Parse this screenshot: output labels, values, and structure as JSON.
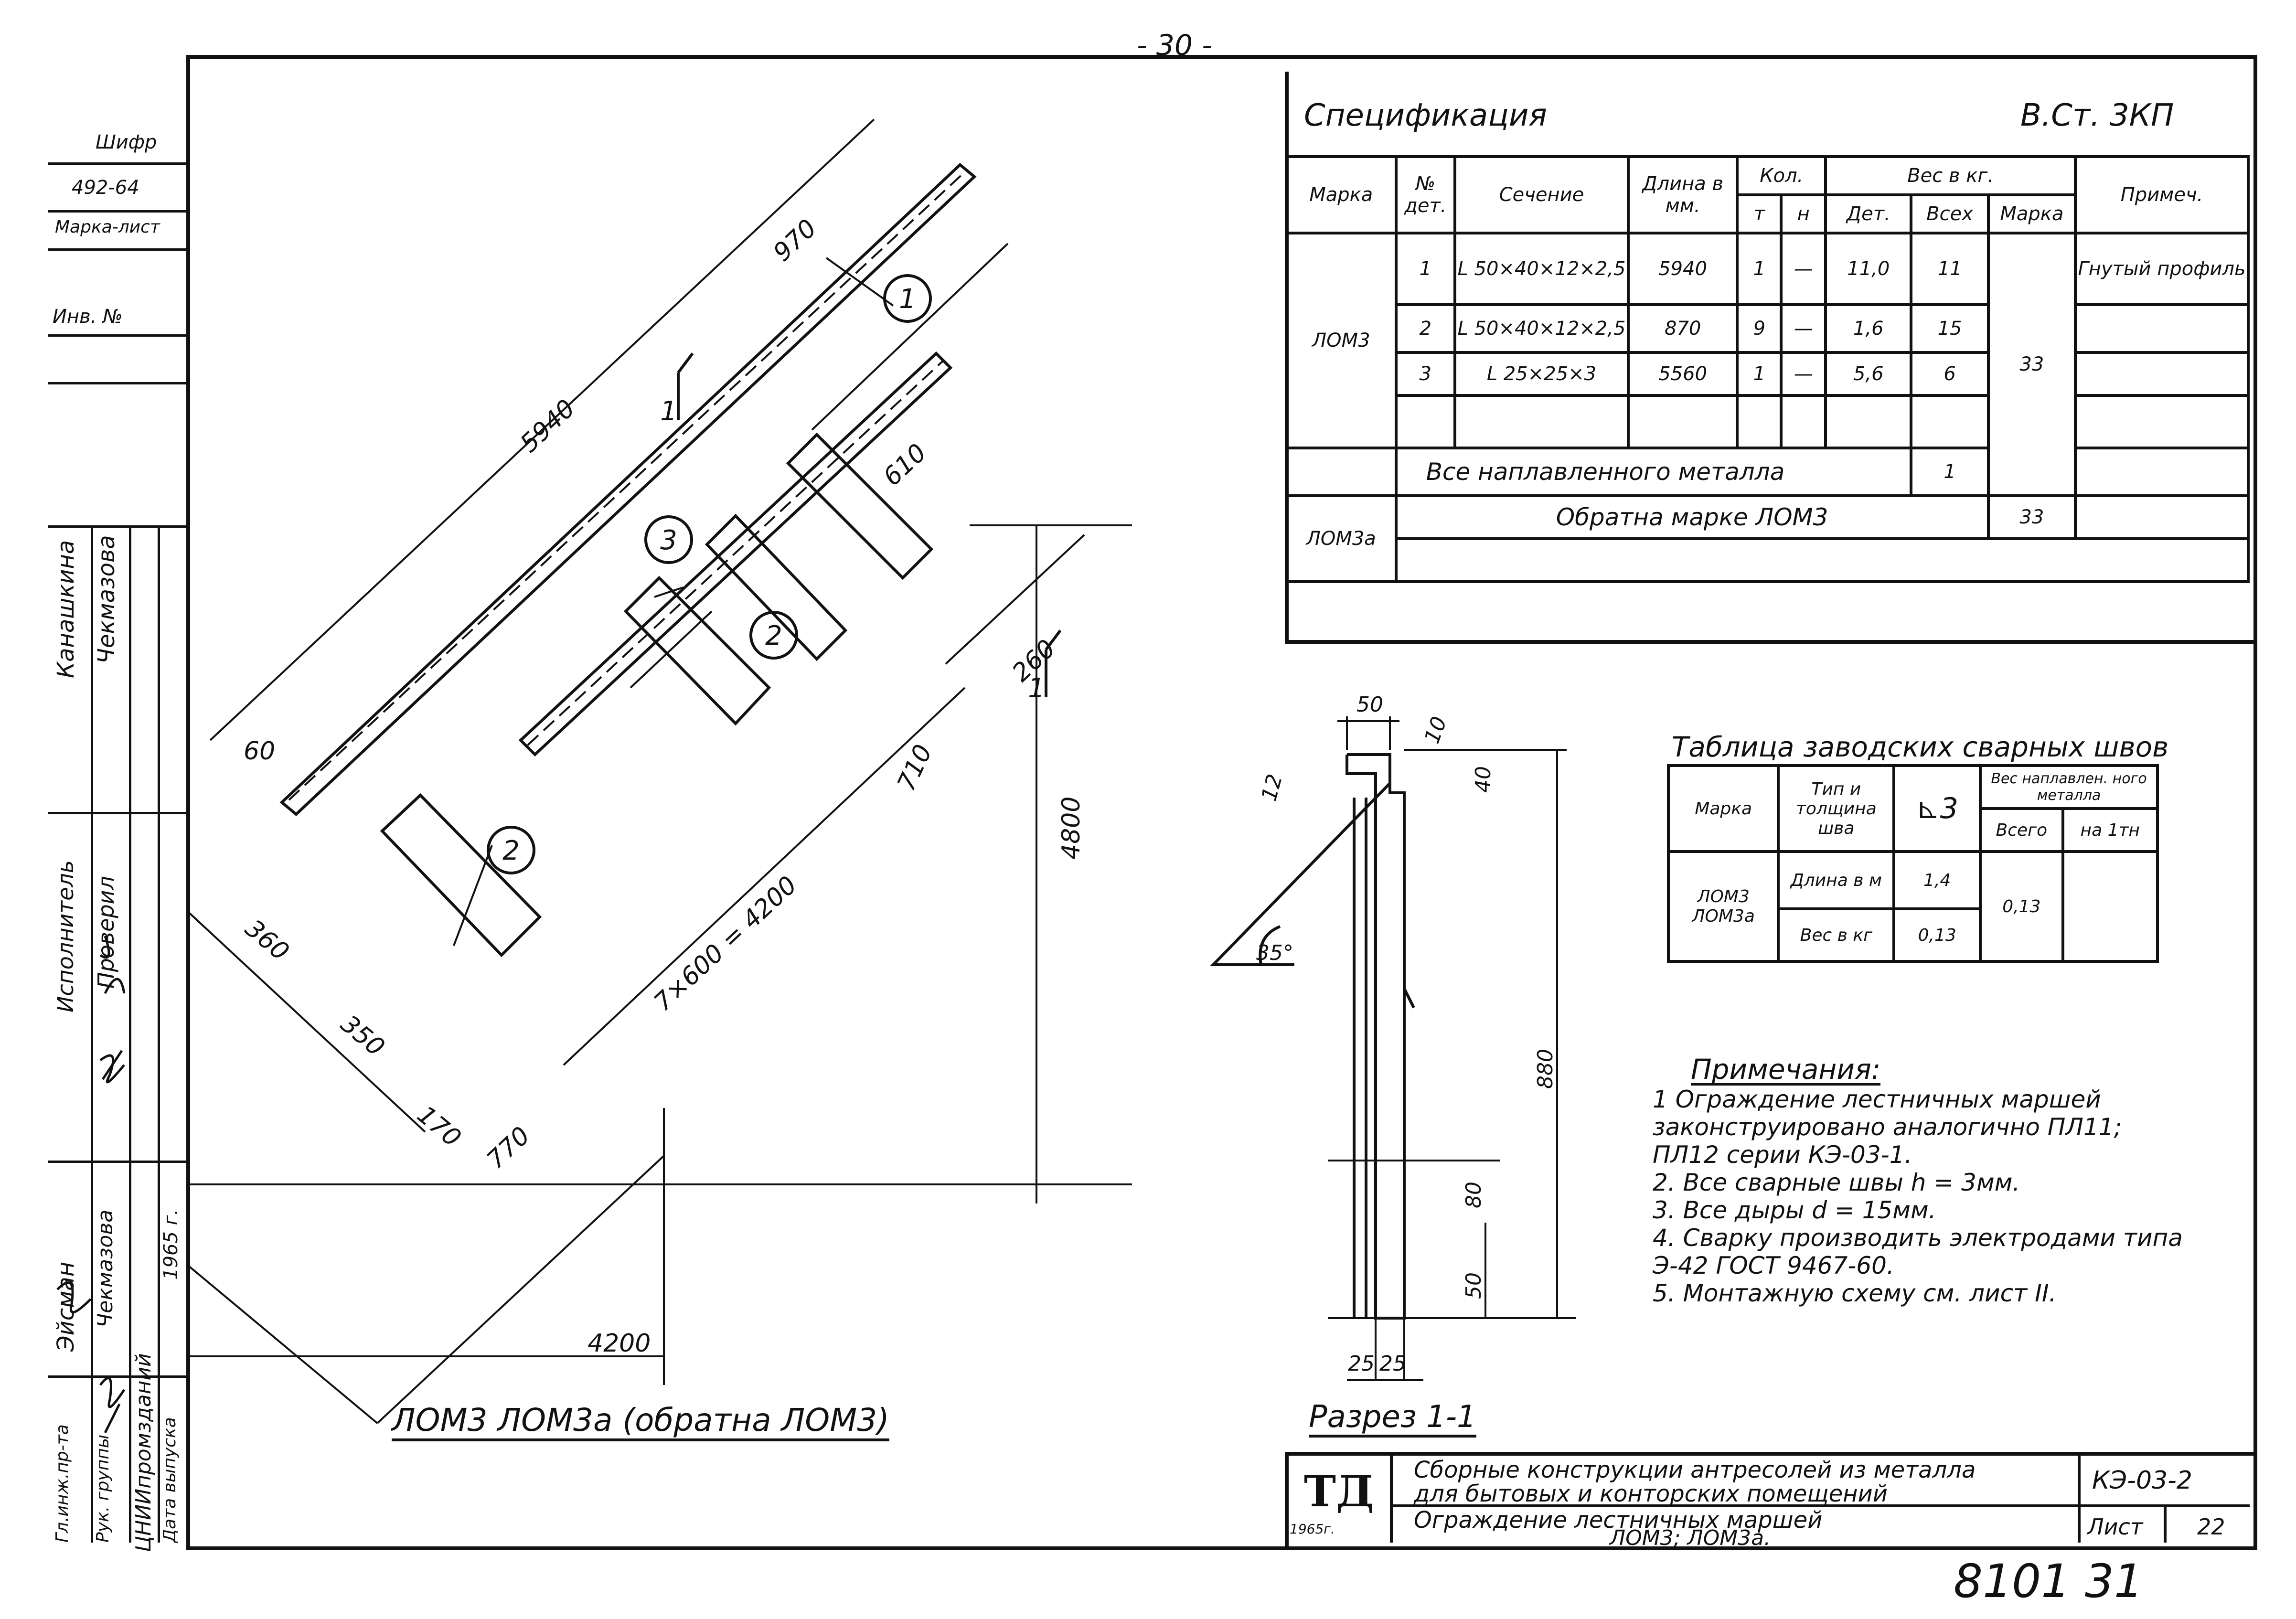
{
  "page_number": "- 30 -",
  "left_strip": {
    "shifr_label": "Шифр",
    "shifr_value": "492-64",
    "marka_list": "Марка-лист",
    "inv_no": "Инв. №",
    "people": [
      "Канашкина",
      "Чекмазова",
      "Эйсман",
      "Чекмазова"
    ],
    "roles": [
      "Исполнитель",
      "Проверил"
    ],
    "year": "1965 г.",
    "org": "ЦНИИпромзданий",
    "bottom_roles": [
      "Гл.инж.пр-та",
      "Рук. группы",
      "Дата выпуска"
    ]
  },
  "drawing": {
    "dims": [
      "5940",
      "970",
      "610",
      "260",
      "710",
      "7×600 = 4200",
      "4800",
      "60",
      "360",
      "350",
      "170",
      "770",
      "4200"
    ],
    "callouts": [
      "1",
      "2",
      "3",
      "2"
    ],
    "section_marks": [
      "1",
      "1"
    ],
    "caption": "ЛОМ3  ЛОМ3а (обратна ЛОМ3)"
  },
  "spec": {
    "title": "Спецификация",
    "steel": "В.Ст. 3КП",
    "headers": {
      "marka": "Марка",
      "det_no": "№ дет.",
      "section": "Сечение",
      "length": "Длина в мм.",
      "qty": "Кол.",
      "t": "т",
      "n": "н",
      "weight": "Вес в кг.",
      "w_det": "Дет.",
      "w_all": "Всех",
      "w_marka": "Марка",
      "note": "Примеч."
    },
    "rows": [
      {
        "no": "1",
        "section": "L 50×40×12×2,5",
        "length": "5940",
        "t": "1",
        "n": "—",
        "det": "11,0",
        "all": "11",
        "note": "Гнутый профиль"
      },
      {
        "no": "2",
        "section": "L 50×40×12×2,5",
        "length": "870",
        "t": "9",
        "n": "—",
        "det": "1,6",
        "all": "15",
        "note": ""
      },
      {
        "no": "3",
        "section": "L 25×25×3",
        "length": "5560",
        "t": "1",
        "n": "—",
        "det": "5,6",
        "all": "6",
        "note": ""
      }
    ],
    "marka_1": "ЛОМ3",
    "marka_weight": "33",
    "weld_row": "Все наплавленного металла",
    "weld_value": "1",
    "marka_2": "ЛОМ3а",
    "mirror_text": "Обратна марке ЛОМ3",
    "marka_2_weight": "33"
  },
  "weld_table": {
    "title": "Таблица заводских сварных швов",
    "headers": {
      "marka": "Марка",
      "type": "Тип и толщина шва",
      "symbol": "⊾3",
      "weight": "Вес наплавлен. ного металла",
      "total": "Всего",
      "per_t": "на 1тн"
    },
    "marks": "ЛОМ3 ЛОМ3а",
    "row1_label": "Длина в м",
    "row1_value": "1,4",
    "row2_label": "Вес в кг",
    "row2_value": "0,13",
    "total_value": "0,13"
  },
  "section_view": {
    "dims": [
      "50",
      "10",
      "40",
      "12",
      "35°",
      "880",
      "80",
      "50",
      "25",
      "25"
    ],
    "caption": "Разрез 1-1"
  },
  "notes": {
    "title": "Примечания:",
    "items": [
      "1 Ограждение лестничных маршей законструировано аналогично ПЛ11; ПЛ12 серии КЭ-03-1.",
      "2. Все сварные швы h = 3мм.",
      "3. Все дыры d = 15мм.",
      "4. Сварку производить электродами типа Э-42 ГОСТ 9467-60.",
      "5. Монтажную схему см. лист II."
    ]
  },
  "title_block": {
    "logo": "ТД",
    "logo_year": "1965г.",
    "line1": "Сборные конструкции антресолей из металла",
    "line2": "для бытовых и конторских помещений",
    "line3": "Ограждение лестничных маршей",
    "line4": "ЛОМ3; ЛОМ3а.",
    "code": "КЭ-03-2",
    "list_label": "Лист",
    "list_no": "22"
  },
  "stamp": "8101  31"
}
